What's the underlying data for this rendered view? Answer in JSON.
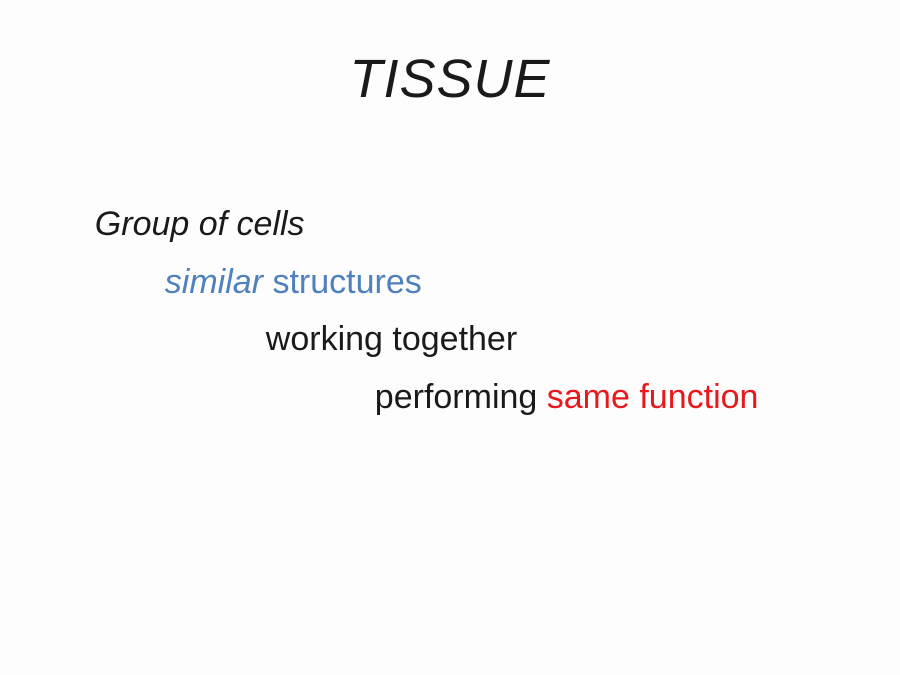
{
  "slide": {
    "title": "TISSUE",
    "body": {
      "line1": "Group of cells",
      "line2_italic_blue": "similar",
      "line2_blue": " structures",
      "line3": "working together",
      "line4_black": "performing ",
      "line4_red": "same function"
    },
    "colors": {
      "text": "#1a1a1a",
      "accent_blue": "#4f81bd",
      "accent_red": "#e8191c",
      "background": "#fdfdfd"
    }
  }
}
